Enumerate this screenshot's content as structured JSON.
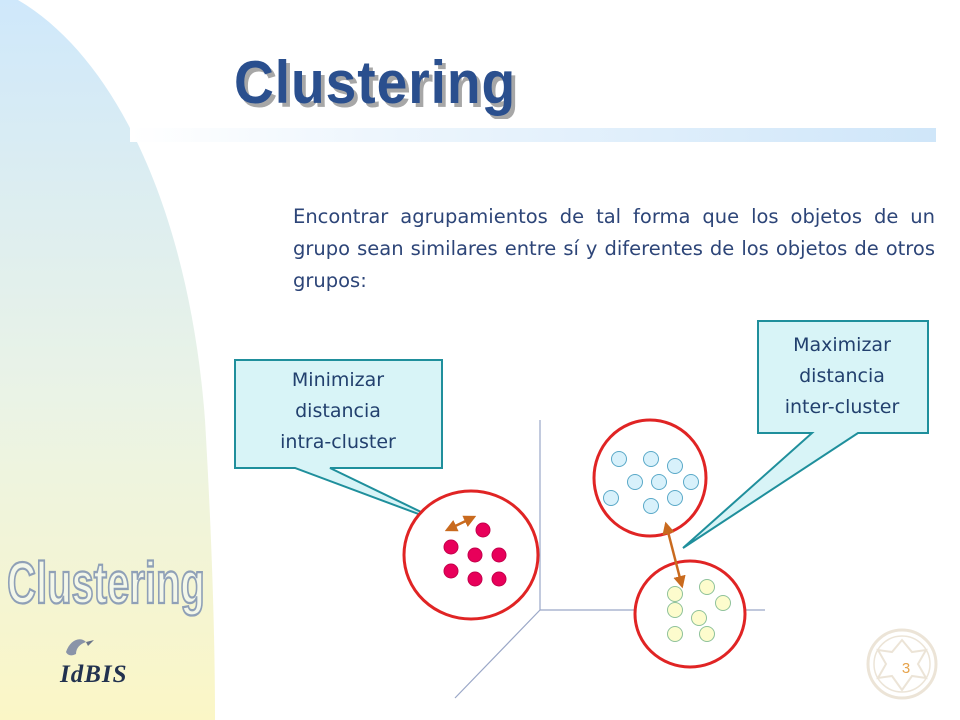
{
  "slide": {
    "title": "Clustering",
    "description": "Encontrar agrupamientos de tal forma que los objetos de un grupo sean similares entre sí y diferentes de los objetos de otros grupos:",
    "page_number": "3"
  },
  "callouts": {
    "intra": [
      "Minimizar",
      "distancia",
      "intra-cluster"
    ],
    "inter": [
      "Maximizar",
      "distancia",
      "inter-cluster"
    ]
  },
  "branding": {
    "watermark": "Clustering",
    "logo": "IdBIS"
  },
  "colors": {
    "title": "#2a4f8e",
    "callout_fill": "#d8f4f7",
    "callout_border": "#1f8f9c",
    "cluster_ring": "#e02424",
    "intra_points": "#e8005a",
    "upper_points": "#d8f1fb",
    "lower_points": "#fdfccd",
    "distance_arrow": "#c96a1e"
  }
}
